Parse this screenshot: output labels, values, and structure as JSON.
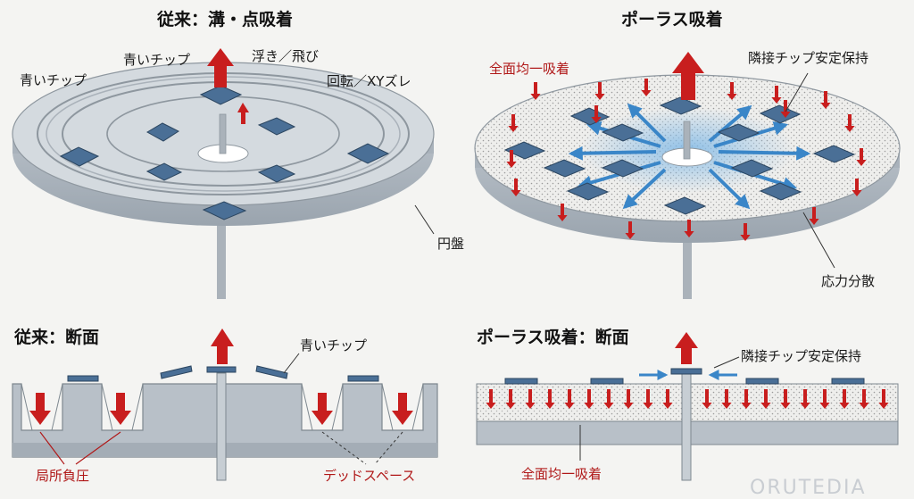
{
  "titles": {
    "conventional": "従来：溝・点吸着",
    "porous": "ポーラス吸着",
    "conventional_section": "従来：断面",
    "porous_section": "ポーラス吸着：断面"
  },
  "labels": {
    "blue_chip_left": "青いチップ",
    "blue_chip_top": "青いチップ",
    "float_fly": "浮き／飛び",
    "rotation_xy": "回転／XYズレ",
    "disk": "円盤",
    "uniform_suction": "全面均一吸着",
    "adjacent_stable": "隣接チップ安定保持",
    "stress_dispersion": "応力分散",
    "blue_chip_section": "青いチップ",
    "local_pressure": "局所負圧",
    "dead_space": "デッドスペース",
    "adjacent_stable_section": "隣接チップ安定保持",
    "uniform_suction_section": "全面均一吸着"
  },
  "watermark": "ORUTEDIA",
  "colors": {
    "arrow_red": "#c81e1e",
    "chip_blue": "#4a6f96",
    "flow_blue": "#3a86c8",
    "plate_gray": "#b8c0c8",
    "label_red": "#b01818"
  }
}
